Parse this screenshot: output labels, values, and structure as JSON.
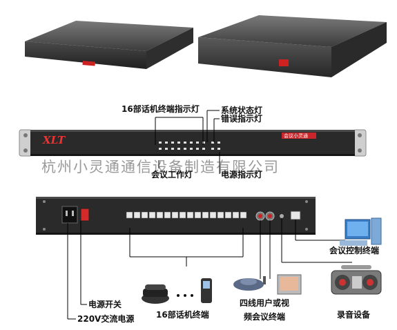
{
  "labels": {
    "phone_indicators": "16部话机终端指示灯",
    "system_status": "系统状态灯",
    "error_indicator": "错误指示灯",
    "meeting_work": "会议工作灯",
    "power_indicator": "电源指示灯",
    "conference_terminal": "会议控制终端",
    "power_switch": "电源开关",
    "power_supply": "220V交流电源",
    "phone_terminals": "16部话机终端",
    "four_wire_line1": "四线用户或视",
    "four_wire_line2": "频会议终端",
    "recording": "录音设备"
  },
  "front_panel": {
    "brand": "XLT",
    "red_badge": "会议小灵通"
  },
  "watermark": "杭州小灵通通信设备制造有限公司",
  "colors": {
    "panel_dark": "#2b2b2b",
    "led_red": "#d8282a",
    "line": "#000000"
  }
}
